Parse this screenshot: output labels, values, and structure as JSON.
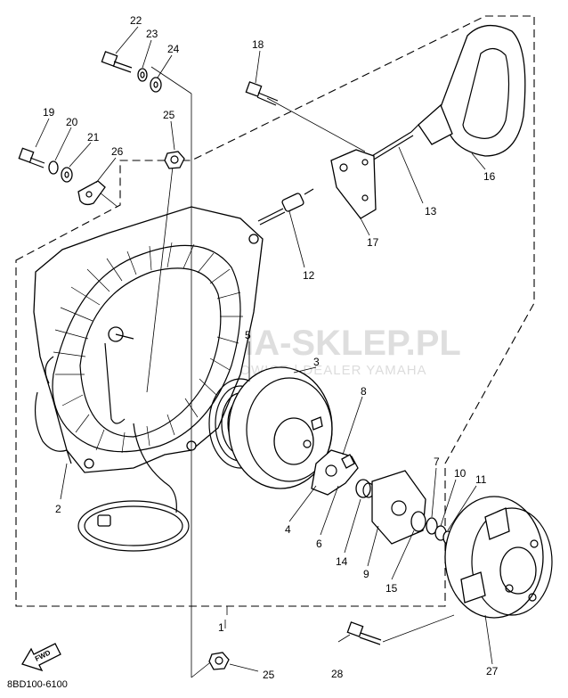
{
  "diagram_code": "8BD100-6100",
  "fwd_label": "FWD",
  "watermark": {
    "title": "YAMA-SKLEP.PL",
    "subtitle": "WÓJCIKOWICE | DEALER YAMAHA"
  },
  "callouts": {
    "c1": "1",
    "c2": "2",
    "c3": "3",
    "c4": "4",
    "c5": "5",
    "c6": "6",
    "c7": "7",
    "c8": "8",
    "c9": "9",
    "c10": "10",
    "c11": "11",
    "c12": "12",
    "c13": "13",
    "c14": "14",
    "c15": "15",
    "c16": "16",
    "c17": "17",
    "c18": "18",
    "c19": "19",
    "c20": "20",
    "c21": "21",
    "c22": "22",
    "c23": "23",
    "c24": "24",
    "c25a": "25",
    "c25b": "25",
    "c26": "26",
    "c27": "27",
    "c28": "28"
  }
}
